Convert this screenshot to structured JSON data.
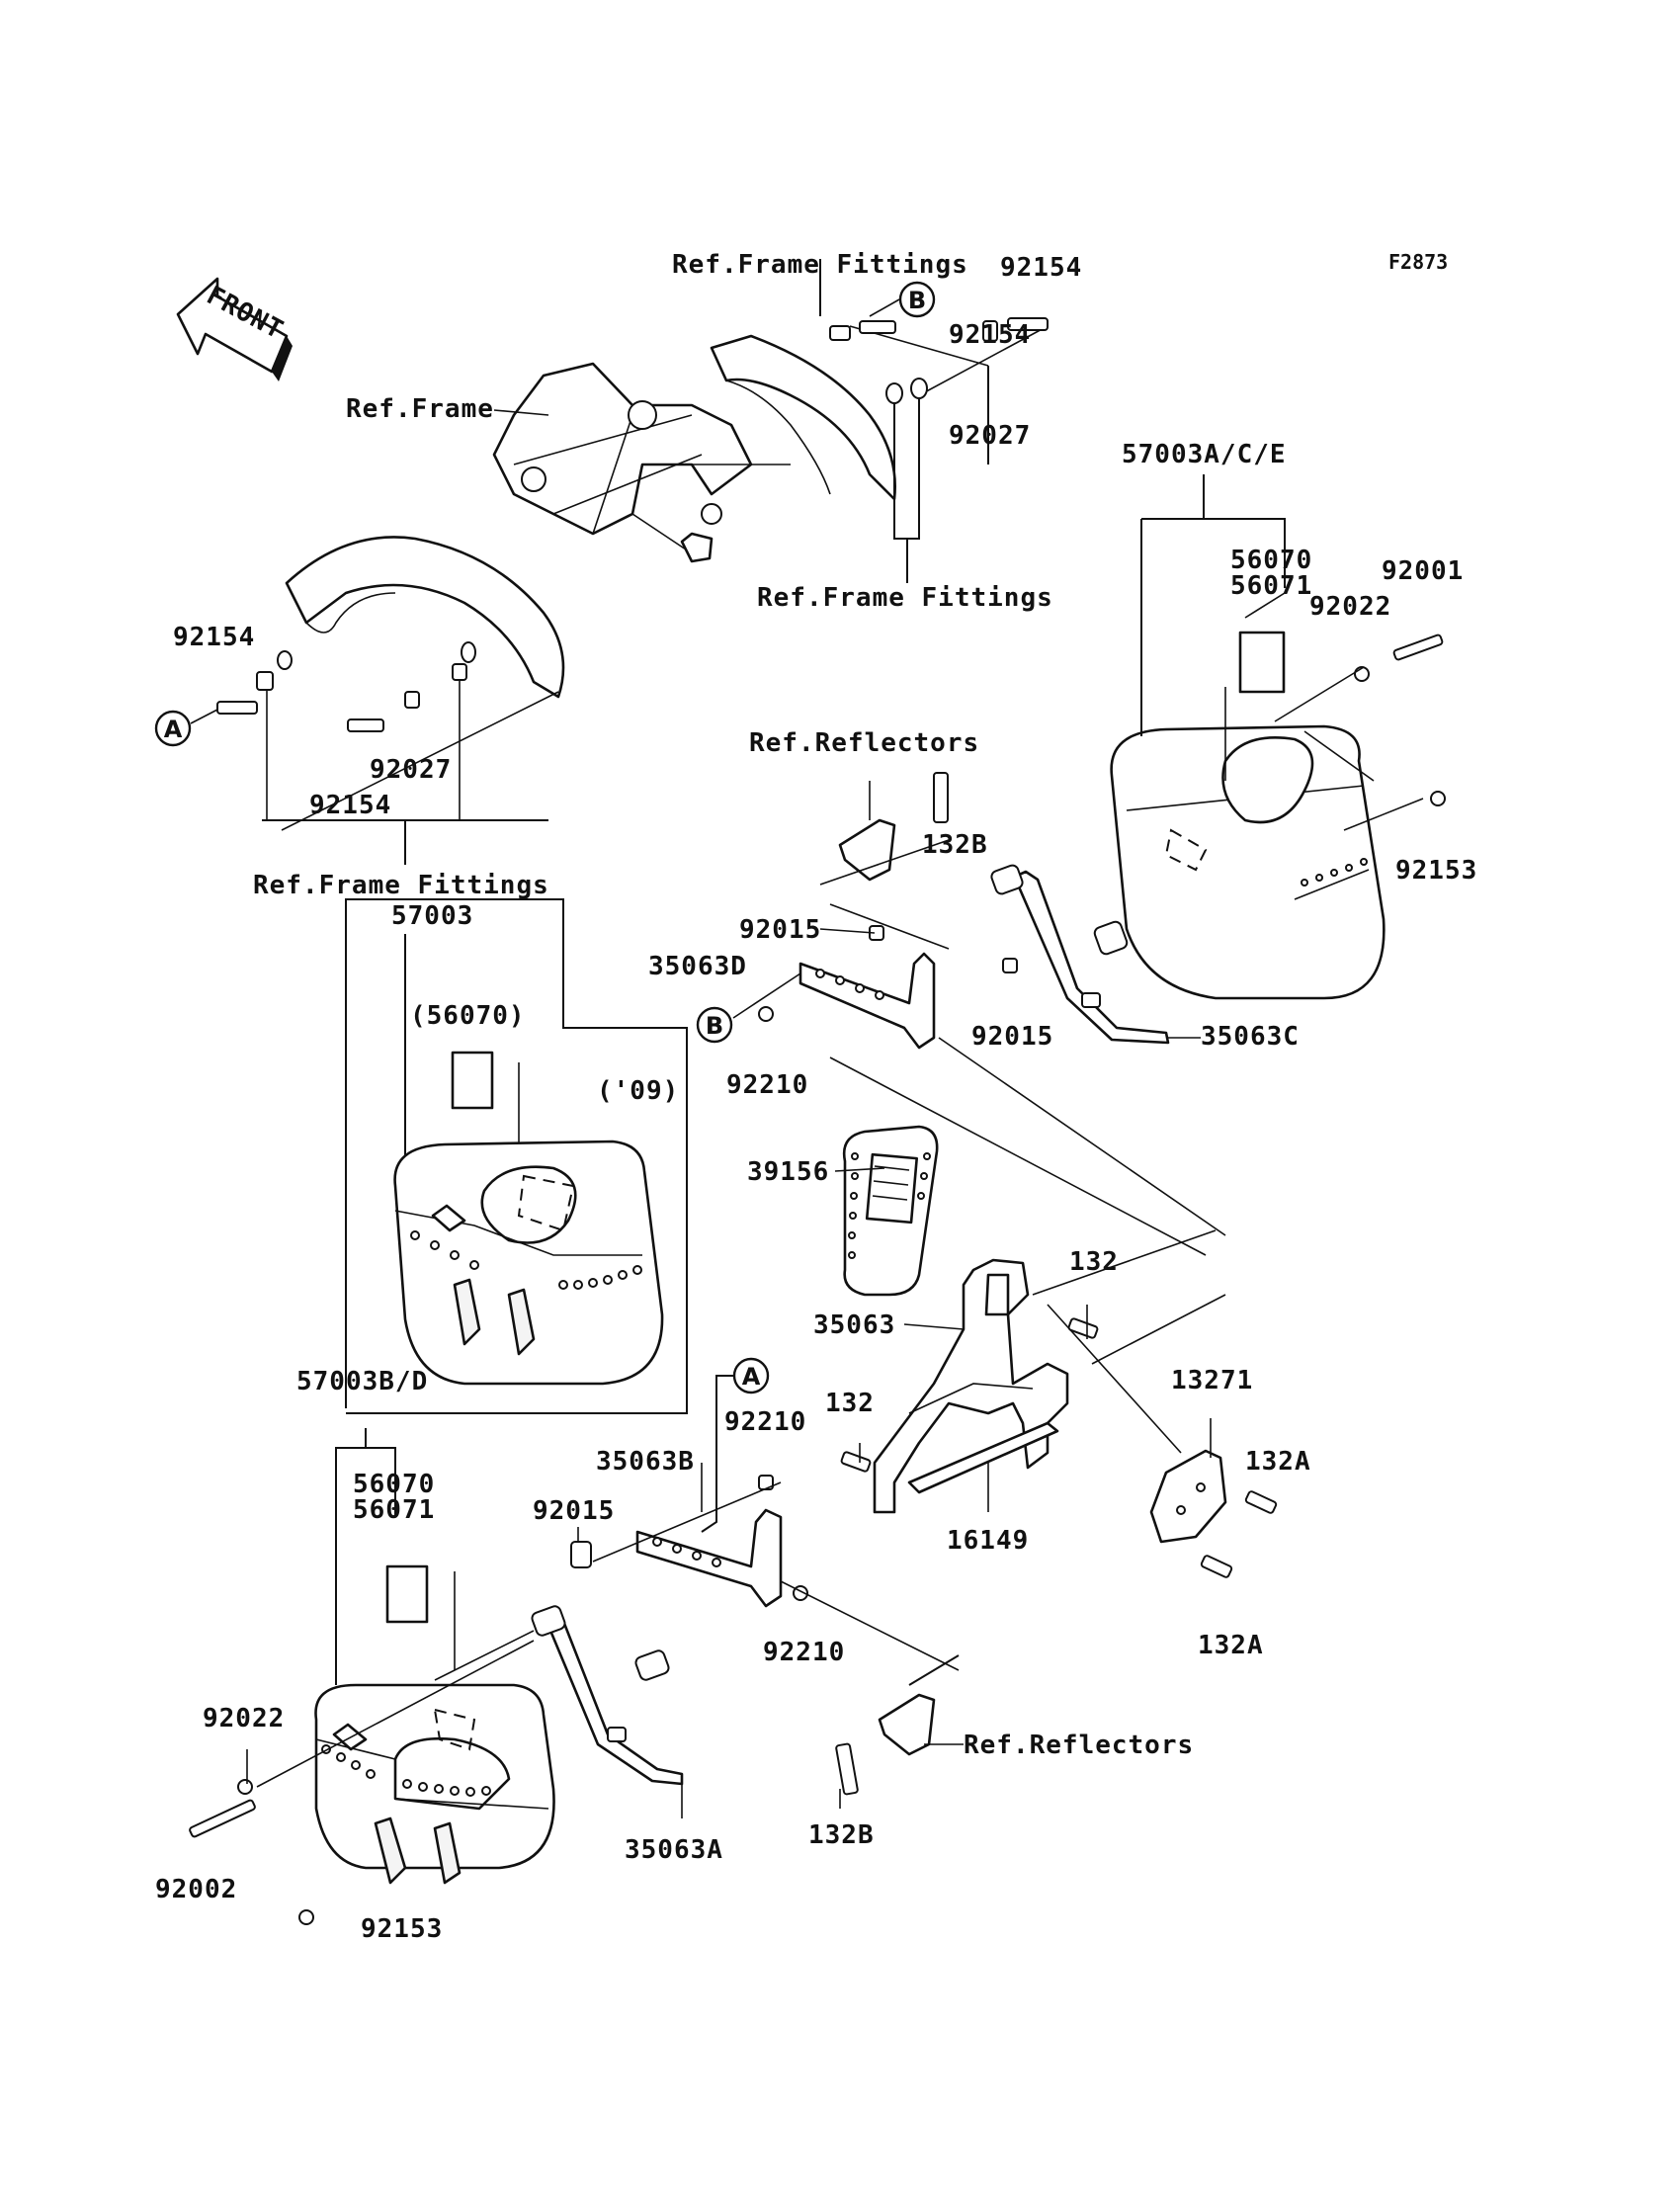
{
  "figure_code": "F2873",
  "front_arrow": "FRONT",
  "labels": {
    "ref_frame_fittings_top": "Ref.Frame Fittings",
    "p92154_top": "92154",
    "p92154_b": "92154",
    "ref_frame": "Ref.Frame",
    "p92027_top": "92027",
    "p57003ace": "57003A/C/E",
    "p56070_r": "56070",
    "p56071_r": "56071",
    "p92001": "92001",
    "p92022_r": "92022",
    "ref_frame_fittings_mid": "Ref.Frame Fittings",
    "p92154_left": "92154",
    "p92027_left": "92027",
    "p92154_left2": "92154",
    "ref_reflectors_top": "Ref.Reflectors",
    "p132b_top": "132B",
    "p92153_r": "92153",
    "ref_frame_fittings_left": "Ref.Frame Fittings",
    "p57003": "57003",
    "p56070_paren": "(56070)",
    "p09": "('09)",
    "p92015_top": "92015",
    "p35063d": "35063D",
    "p92015_mid": "92015",
    "p35063c": "35063C",
    "p92210_top": "92210",
    "p39156": "39156",
    "p35063": "35063",
    "p132_r": "132",
    "p13271": "13271",
    "p132a_top": "132A",
    "p132_l": "132",
    "p16149": "16149",
    "p132a_bot": "132A",
    "p57003bd": "57003B/D",
    "p92210_mid": "92210",
    "p35063b": "35063B",
    "p56070_l": "56070",
    "p56071_l": "56071",
    "p92015_left": "92015",
    "p92210_bot": "92210",
    "p92022_l": "92022",
    "ref_reflectors_bot": "Ref.Reflectors",
    "p92002": "92002",
    "p35063a": "35063A",
    "p132b_bot": "132B",
    "p92153_l": "92153"
  },
  "markers": {
    "a": "A",
    "b": "B"
  }
}
